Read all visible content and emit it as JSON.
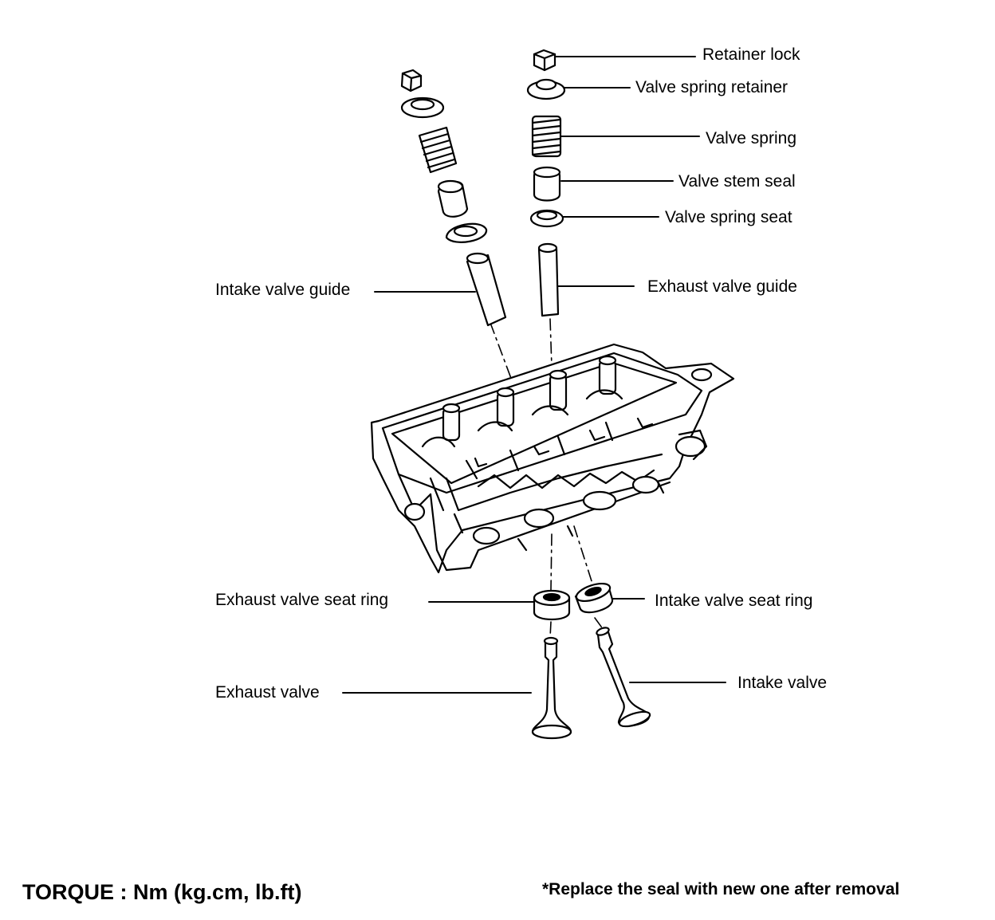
{
  "labels": {
    "retainer_lock": "Retainer lock",
    "valve_spring_retainer": "Valve spring retainer",
    "valve_spring": "Valve spring",
    "valve_stem_seal": "Valve stem seal",
    "valve_spring_seat": "Valve spring seat",
    "intake_valve_guide": "Intake valve guide",
    "exhaust_valve_guide": "Exhaust valve guide",
    "exhaust_valve_seat_ring": "Exhaust valve seat ring",
    "intake_valve_seat_ring": "Intake valve seat ring",
    "exhaust_valve": "Exhaust valve",
    "intake_valve": "Intake valve"
  },
  "footer": {
    "torque": "TORQUE : Nm (kg.cm, lb.ft)",
    "seal_note": "*Replace the seal with new one after removal"
  }
}
